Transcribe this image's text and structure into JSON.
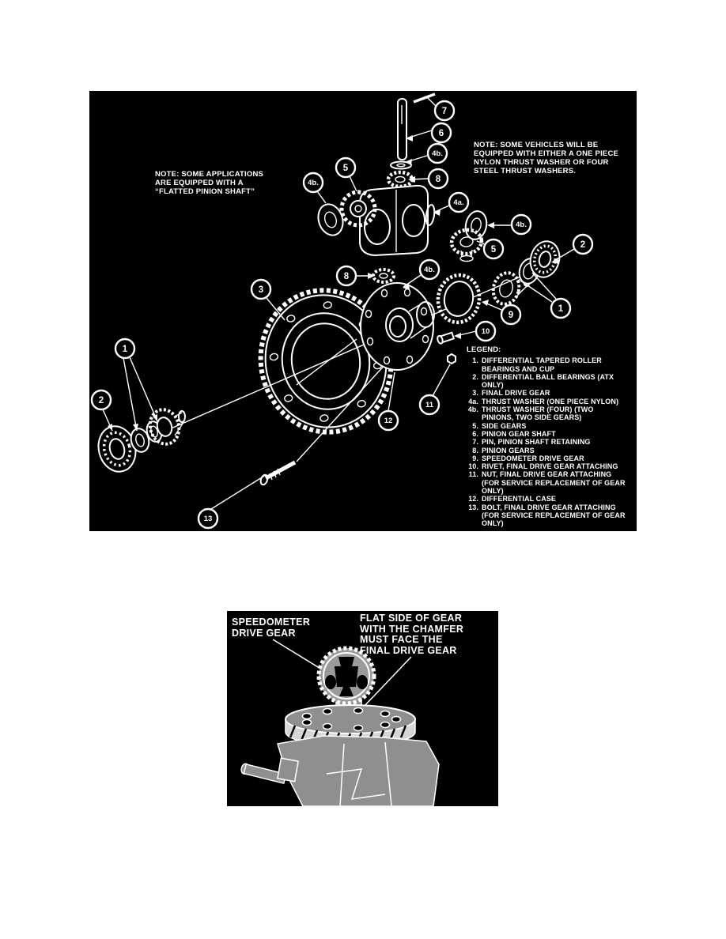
{
  "colors": {
    "page_bg": "#ffffff",
    "figure_bg": "#000000",
    "line_art": "#ffffff",
    "halftone_gray": "#8f8f8f"
  },
  "figure1": {
    "name": "differential-exploded-view",
    "note_left": "NOTE:  SOME APPLICATIONS\nARE EQUIPPED WITH A\n“FLATTED PINION SHAFT”",
    "note_right": "NOTE:  SOME VEHICLES WILL BE\nEQUIPPED WITH EITHER A ONE PIECE\nNYLON THRUST WASHER OR FOUR\nSTEEL THRUST WASHERS.",
    "legend_title": "LEGEND:",
    "legend": [
      {
        "num": "1.",
        "text": "DIFFERENTIAL TAPERED ROLLER BEARINGS AND CUP"
      },
      {
        "num": "2.",
        "text": "DIFFERENTIAL BALL BEARINGS (ATX ONLY)"
      },
      {
        "num": "3.",
        "text": "FINAL DRIVE GEAR"
      },
      {
        "num": "4a.",
        "text": "THRUST WASHER (ONE PIECE NYLON)"
      },
      {
        "num": "4b.",
        "text": "THRUST WASHER (FOUR) (TWO PINIONS, TWO SIDE GEARS)"
      },
      {
        "num": "5.",
        "text": "SIDE GEARS"
      },
      {
        "num": "6.",
        "text": "PINION GEAR SHAFT"
      },
      {
        "num": "7.",
        "text": "PIN, PINION SHAFT RETAINING"
      },
      {
        "num": "8.",
        "text": "PINION GEARS"
      },
      {
        "num": "9.",
        "text": "SPEEDOMETER DRIVE GEAR"
      },
      {
        "num": "10.",
        "text": "RIVET, FINAL DRIVE GEAR ATTACHING"
      },
      {
        "num": "11.",
        "text": "NUT, FINAL DRIVE GEAR ATTACHING (FOR SERVICE REPLACEMENT OF GEAR ONLY)"
      },
      {
        "num": "12.",
        "text": "DIFFERENTIAL CASE"
      },
      {
        "num": "13.",
        "text": "BOLT, FINAL DRIVE GEAR ATTACHING (FOR SERVICE REPLACEMENT OF GEAR ONLY)"
      }
    ],
    "callouts": [
      "7",
      "6",
      "4b.",
      "8",
      "5",
      "4b.",
      "4a.",
      "4b.",
      "5",
      "2",
      "1",
      "8",
      "4b.",
      "3",
      "9",
      "10",
      "11",
      "12",
      "1",
      "2",
      "13"
    ]
  },
  "figure2": {
    "name": "speedometer-drive-gear-installation",
    "label_left": "SPEEDOMETER\nDRIVE GEAR",
    "label_right": "FLAT SIDE OF GEAR\nWITH THE CHAMFER\nMUST FACE THE\nFINAL DRIVE GEAR"
  }
}
